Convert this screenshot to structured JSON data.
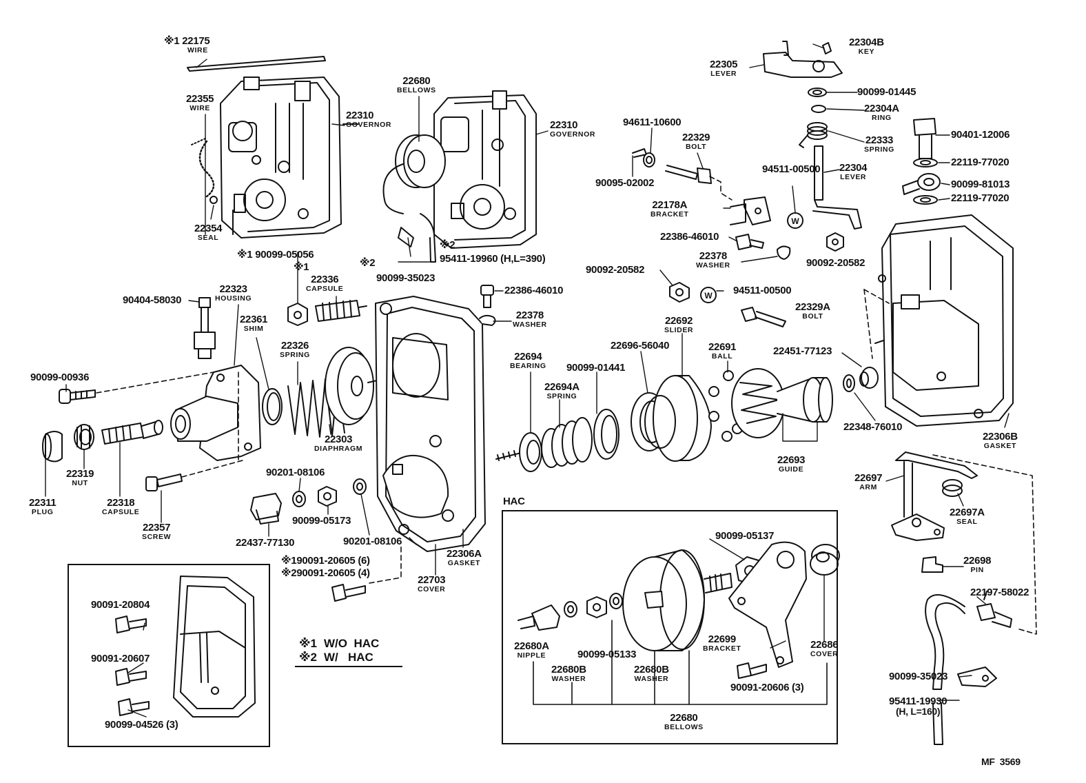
{
  "labels": {
    "wire_22175": {
      "mark": "※1",
      "number": "22175",
      "name": "WIRE"
    },
    "wire_22355": {
      "number": "22355",
      "name": "WIRE"
    },
    "seal_22354": {
      "number": "22354",
      "name": "SEAL"
    },
    "governor_left": {
      "number": "22310",
      "name": "GOVERNOR"
    },
    "bellows_22680_top": {
      "number": "22680",
      "name": "BELLOWS"
    },
    "governor_mid": {
      "number": "22310",
      "name": "GOVERNOR"
    },
    "part_90099_05056": {
      "mark": "※1",
      "number": "90099-05056"
    },
    "part_90099_35023_top": {
      "mark": "※2",
      "number": "90099-35023"
    },
    "hose_95411_19960": {
      "mark": "※2",
      "number": "95411-19960 (H,L=390)"
    },
    "capsule_22336": {
      "mark": "※1",
      "number": "22336",
      "name": "CAPSULE"
    },
    "housing_22323": {
      "number": "22323",
      "name": "HOUSING"
    },
    "part_90404_58030": {
      "number": "90404-58030"
    },
    "shim_22361": {
      "number": "22361",
      "name": "SHIM"
    },
    "spring_22326": {
      "number": "22326",
      "name": "SPRING"
    },
    "part_90099_00936": {
      "number": "90099-00936"
    },
    "diaphragm_22303": {
      "number": "22303",
      "name": "DIAPHRAGM"
    },
    "nut_22319": {
      "number": "22319",
      "name": "NUT"
    },
    "plug_22311": {
      "number": "22311",
      "name": "PLUG"
    },
    "capsule_22318": {
      "number": "22318",
      "name": "CAPSULE"
    },
    "screw_22357": {
      "number": "22357",
      "name": "SCREW"
    },
    "part_90201_08106_a": {
      "number": "90201-08106"
    },
    "part_90099_05173": {
      "number": "90099-05173"
    },
    "part_22437_77130": {
      "number": "22437-77130"
    },
    "part_90201_08106_b": {
      "number": "90201-08106"
    },
    "gasket_22306A": {
      "number": "22306A",
      "name": "GASKET"
    },
    "cover_22703": {
      "number": "22703",
      "name": "COVER"
    },
    "bolt_note_1": {
      "mark": "※1",
      "number": "90091-20605 (6)"
    },
    "bolt_note_2": {
      "mark": "※2",
      "number": "90091-20605 (4)"
    },
    "part_22386_46010_a": {
      "number": "22386-46010"
    },
    "washer_22378_a": {
      "number": "22378",
      "name": "WASHER"
    },
    "bearing_22694": {
      "number": "22694",
      "name": "BEARING"
    },
    "spring_22694A": {
      "number": "22694A",
      "name": "SPRING"
    },
    "part_90099_01441": {
      "number": "90099-01441"
    },
    "part_22696_56040": {
      "number": "22696-56040"
    },
    "slider_22692": {
      "number": "22692",
      "name": "SLIDER"
    },
    "ball_22691": {
      "number": "22691",
      "name": "BALL"
    },
    "guide_22693": {
      "number": "22693",
      "name": "GUIDE"
    },
    "part_94611_10600": {
      "number": "94611-10600"
    },
    "bolt_22329": {
      "number": "22329",
      "name": "BOLT"
    },
    "part_90095_02002": {
      "number": "90095-02002"
    },
    "bracket_22178A": {
      "number": "22178A",
      "name": "BRACKET"
    },
    "part_22386_46010_b": {
      "number": "22386-46010"
    },
    "washer_22378_b": {
      "number": "22378",
      "name": "WASHER"
    },
    "part_90092_20582_a": {
      "number": "90092-20582"
    },
    "part_94511_00500_a": {
      "number": "94511-00500"
    },
    "bolt_22329A": {
      "number": "22329A",
      "name": "BOLT"
    },
    "part_94511_00500_b": {
      "number": "94511-00500"
    },
    "part_90092_20582_b": {
      "number": "90092-20582"
    },
    "key_22304B": {
      "number": "22304B",
      "name": "KEY"
    },
    "lever_22305": {
      "number": "22305",
      "name": "LEVER"
    },
    "part_90099_01445": {
      "number": "90099-01445"
    },
    "ring_22304A": {
      "number": "22304A",
      "name": "RING"
    },
    "spring_22333": {
      "number": "22333",
      "name": "SPRING"
    },
    "lever_22304": {
      "number": "22304",
      "name": "LEVER"
    },
    "part_90401_12006": {
      "number": "90401-12006"
    },
    "part_22119_77020_a": {
      "number": "22119-77020"
    },
    "part_90099_81013": {
      "number": "90099-81013"
    },
    "part_22119_77020_b": {
      "number": "22119-77020"
    },
    "part_22451_77123": {
      "number": "22451-77123"
    },
    "part_22348_76010": {
      "number": "22348-76010"
    },
    "gasket_22306B": {
      "number": "22306B",
      "name": "GASKET"
    },
    "arm_22697": {
      "number": "22697",
      "name": "ARM"
    },
    "seal_22697A": {
      "number": "22697A",
      "name": "SEAL"
    },
    "pin_22698": {
      "number": "22698",
      "name": "PIN"
    },
    "part_22197_58022": {
      "number": "22197-58022"
    },
    "part_90099_35023_bottom": {
      "number": "90099-35023"
    },
    "hose_95411_19930": {
      "number": "95411-19930",
      "name": "(H, L=160)"
    },
    "hac_title": {
      "number": "HAC"
    },
    "part_90099_05137": {
      "number": "90099-05137"
    },
    "bracket_22699": {
      "number": "22699",
      "name": "BRACKET"
    },
    "cover_22686": {
      "number": "22686",
      "name": "COVER"
    },
    "nipple_22680A": {
      "number": "22680A",
      "name": "NIPPLE"
    },
    "part_90099_05133": {
      "number": "90099-05133"
    },
    "washer_22680B_a": {
      "number": "22680B",
      "name": "WASHER"
    },
    "washer_22680B_b": {
      "number": "22680B",
      "name": "WASHER"
    },
    "part_90091_20606": {
      "number": "90091-20606 (3)"
    },
    "bellows_22680_bottom": {
      "number": "22680",
      "name": "BELLOWS"
    },
    "inset_90091_20804": {
      "number": "90091-20804"
    },
    "inset_90091_20607": {
      "number": "90091-20607"
    },
    "inset_90099_04526": {
      "number": "90099-04526 (3)"
    },
    "figure_code": {
      "number": "MF  3569"
    }
  },
  "legend": {
    "line1_mark": "※1",
    "line1_text": "W/O  HAC",
    "line2_mark": "※2",
    "line2_text": "W/   HAC"
  },
  "icons": [
    "bolt-icon",
    "nut-icon",
    "washer-icon",
    "spring-icon",
    "gasket-icon",
    "bellows-icon",
    "lever-icon",
    "hose-icon"
  ],
  "colors": {
    "ink": "#111111",
    "paper": "#ffffff"
  }
}
